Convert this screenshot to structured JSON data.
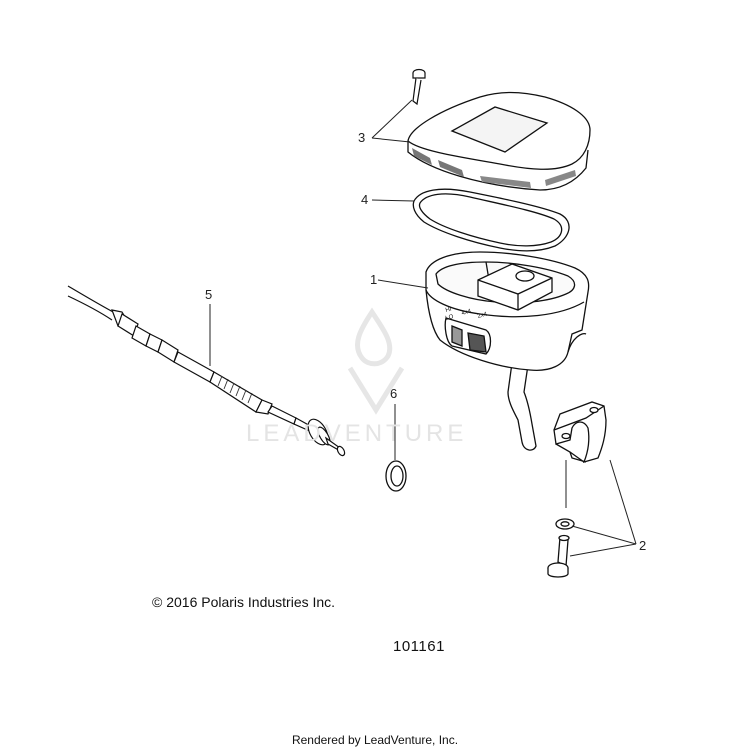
{
  "callouts": {
    "c1": "1",
    "c2": "2",
    "c3": "3",
    "c4": "4",
    "c5": "5",
    "c6": "6"
  },
  "copyright": "© 2016 Polaris Industries Inc.",
  "part_number": "101161",
  "footer": "Rendered by LeadVenture, Inc.",
  "watermark": "LEADVENTURE",
  "switch_labels": {
    "hi": "HI",
    "lo": "LO",
    "four": "4x4",
    "two": "2x4"
  }
}
